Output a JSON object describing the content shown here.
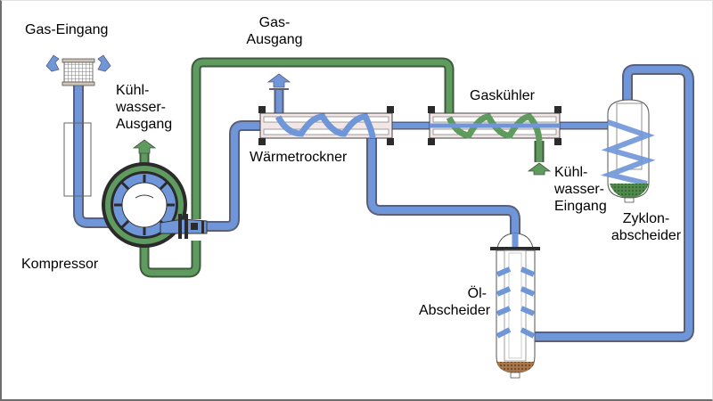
{
  "diagram": {
    "title": "Gasaufbereitung (Kompressor, Trockner, Kühler, Abscheider)",
    "colors": {
      "gas_pipe": "#6f96d8",
      "gas_pipe_outline": "#5a5f7a",
      "water_pipe": "#5f9a5e",
      "water_pipe_outline": "#3c5a3c",
      "vessel_outline": "#444444",
      "flange": "#2b2b2b",
      "sediment_zyklon": "#4f8a4b",
      "sediment_oel": "#a7774b",
      "background": "#ffffff"
    },
    "labels": {
      "gas_eingang": "Gas-Eingang",
      "kuehlwasser_ausgang": "Kühl-\nwasser-\nAusgang",
      "gas_ausgang": "Gas-\nAusgang",
      "gaskuehler": "Gaskühler",
      "waermetrockner": "Wärmetrockner",
      "kuehlwasser_eingang": "Kühl-\nwasser-\nEingang",
      "zyklonabscheider": "Zyklon-\nabscheider",
      "kompressor": "Kompressor",
      "oelabscheider": "Öl-\nAbscheider"
    },
    "components": [
      {
        "id": "gas-inlet-filter",
        "name": "Gas-Eingang Filter",
        "icon": "filter-icon"
      },
      {
        "id": "kompressor",
        "name": "Kompressor",
        "icon": "compressor-icon"
      },
      {
        "id": "waermetrockner",
        "name": "Wärmetrockner",
        "icon": "heat-exchanger-icon"
      },
      {
        "id": "gaskuehler",
        "name": "Gaskühler",
        "icon": "heat-exchanger-icon"
      },
      {
        "id": "zyklonabscheider",
        "name": "Zyklonabscheider",
        "icon": "cyclone-separator-icon"
      },
      {
        "id": "oelabscheider",
        "name": "Öl-Abscheider",
        "icon": "oil-separator-icon"
      }
    ],
    "flows": [
      {
        "from": "Gas-Eingang",
        "to": "Kompressor",
        "medium": "gas"
      },
      {
        "from": "Kompressor",
        "to": "Wärmetrockner",
        "medium": "gas"
      },
      {
        "from": "Wärmetrockner",
        "to": "Öl-Abscheider",
        "medium": "gas"
      },
      {
        "from": "Öl-Abscheider",
        "to": "Zyklonabscheider",
        "medium": "gas"
      },
      {
        "from": "Zyklonabscheider",
        "to": "Gaskühler",
        "medium": "gas"
      },
      {
        "from": "Gaskühler",
        "to": "Wärmetrockner",
        "medium": "gas"
      },
      {
        "from": "Wärmetrockner",
        "to": "Gas-Ausgang",
        "medium": "gas"
      },
      {
        "from": "Kühlwasser-Eingang",
        "to": "Gaskühler",
        "medium": "water"
      },
      {
        "from": "Gaskühler",
        "to": "Kompressor",
        "medium": "water"
      },
      {
        "from": "Kompressor",
        "to": "Kühlwasser-Ausgang",
        "medium": "water"
      }
    ]
  }
}
